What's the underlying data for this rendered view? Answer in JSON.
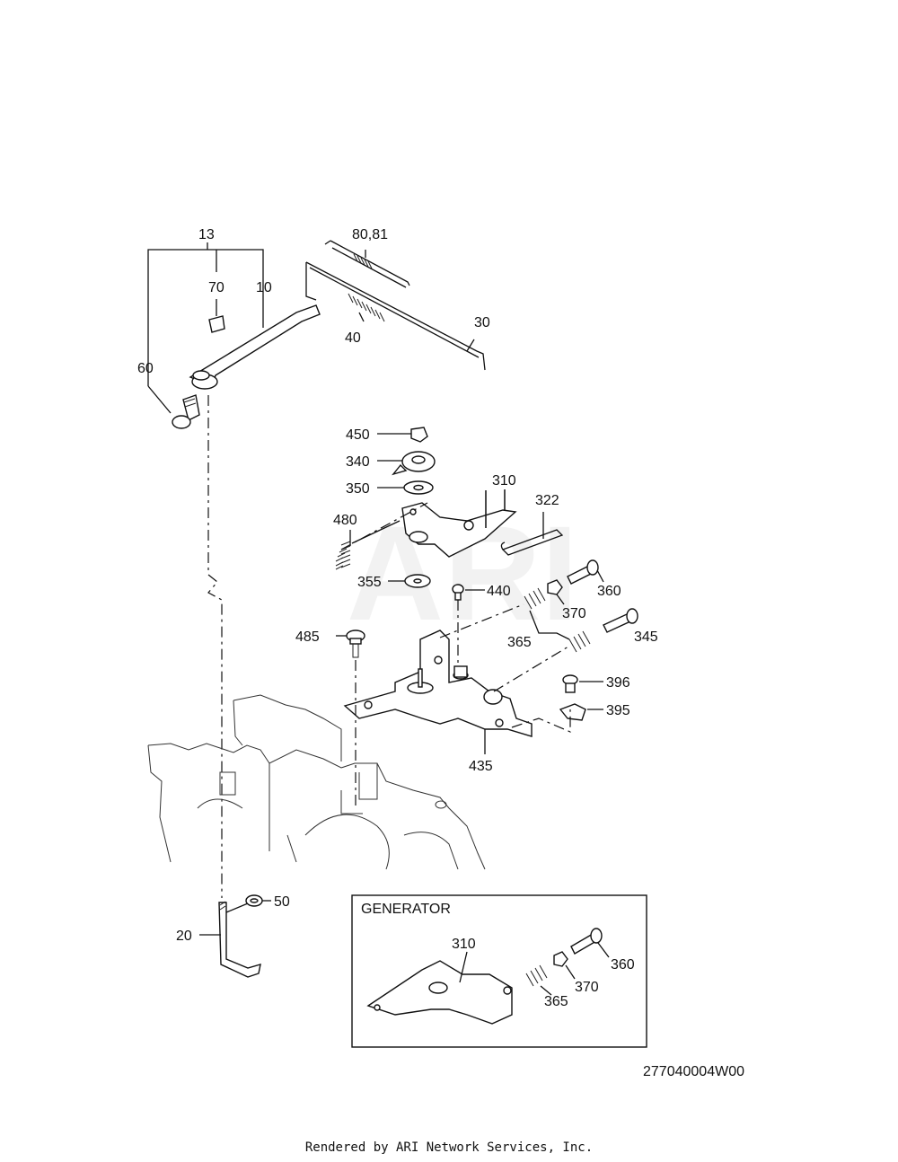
{
  "labels": {
    "p13": "13",
    "p70": "70",
    "p10": "10",
    "p60": "60",
    "p8081": "80,81",
    "p40": "40",
    "p30": "30",
    "p450": "450",
    "p340": "340",
    "p350": "350",
    "p310": "310",
    "p322": "322",
    "p480": "480",
    "p355": "355",
    "p440": "440",
    "p360": "360",
    "p370": "370",
    "p365": "365",
    "p345": "345",
    "p485": "485",
    "p396": "396",
    "p395": "395",
    "p435": "435",
    "p50": "50",
    "p20": "20"
  },
  "generator": {
    "title": "GENERATOR",
    "p310": "310",
    "p360": "360",
    "p370": "370",
    "p365": "365"
  },
  "watermark": "ARI",
  "diagram_code": "277040004W00",
  "footer": "Rendered by ARI Network Services, Inc."
}
